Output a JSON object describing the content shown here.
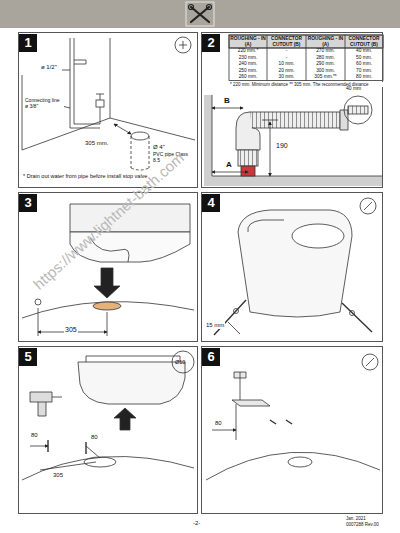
{
  "diagram": {
    "nodes": [
      {
        "text": [
          "1"
        ]
      },
      {
        "text": [
          "2"
        ]
      },
      {
        "text": [
          "3"
        ]
      },
      {
        "text": [
          "4"
        ]
      },
      {
        "text": [
          "5"
        ]
      },
      {
        "text": [
          "6"
        ]
      }
    ],
    "labels": [
      "ROUGHING - IN (A)",
      "CONNECTOR CUTOUT (B)",
      "ROUGHING - IN (A)",
      "CONNECTOR CUTOUT (B)",
      "220 mm.*",
      "-",
      "270 mm.",
      "40 mm.",
      "230 mm.",
      "-",
      "280 mm.",
      "50 mm.",
      "240 mm.",
      "10 mm.",
      "290 mm.",
      "60 mm.",
      "250 mm.",
      "20 mm.",
      "300 mm.",
      "70 mm.",
      "260 mm.",
      "30 mm.",
      "305 mm.**",
      "80 mm.",
      "* 220 mm. Minimum distance ** 305 mm. The recommended distance",
      "ø 1/2\"",
      "Connecting line ø 3/8\"",
      "305 mm.",
      "Ø 4\"",
      "PVC pipe Class 8.5",
      "* Drain out water from pipe before install stop valve",
      "B",
      "A",
      "190",
      "40 mm",
      "305",
      "15 mm",
      "80",
      "80",
      "305",
      "Ø10",
      "80",
      "https://www.lightnet-bath.com",
      "-2-",
      "Jan. 2021",
      "0007288 Rev.00"
    ]
  }
}
